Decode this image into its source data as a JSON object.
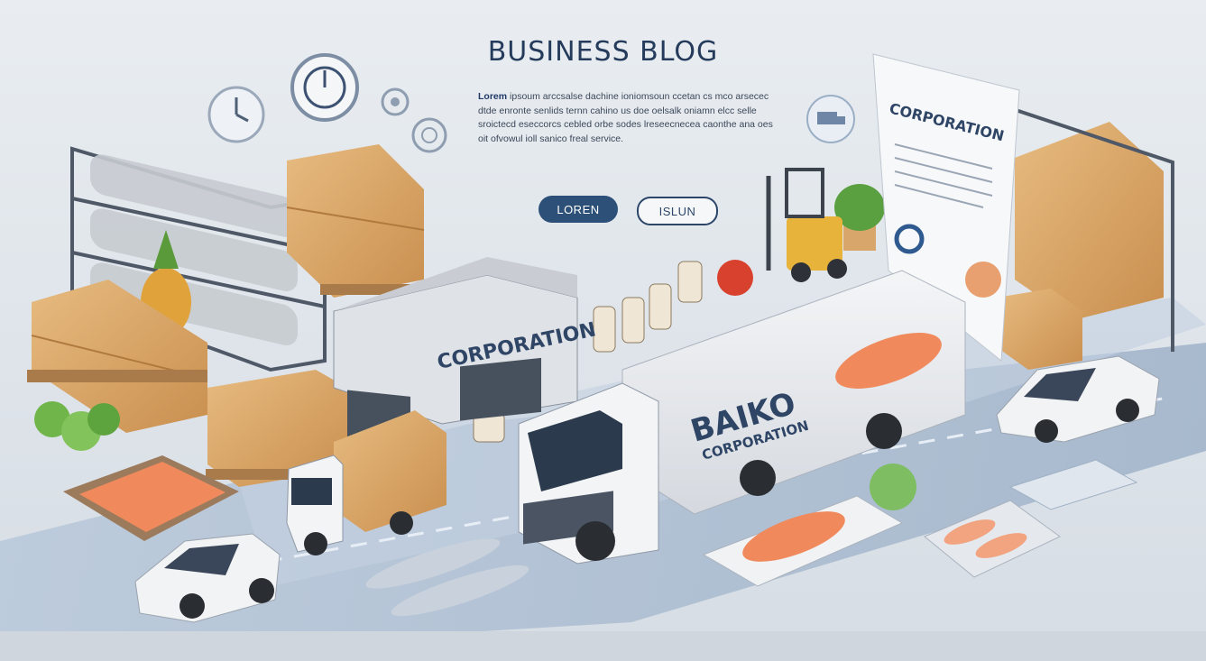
{
  "blog": {
    "title": "BUSINESS BLOG",
    "body_lead": "Lorem",
    "body_rest": "ipsoum arccsalse dachine ioniomsoun ccetan cs mco arsecec dtde enronte senlids ternn cahino us doe oelsalk oniamn elcc selle sroictecd eseccorcs cebled orbe sodes lreseecnecea caonthe ana oes oit ofvowul ioll sanico freal service."
  },
  "buttons": {
    "primary_label": "LOREN",
    "secondary_label": "ISLUN"
  },
  "signs": {
    "building": "CORPORATION",
    "document": "CORPORATION",
    "truck_line1": "BAIKO",
    "truck_line2": "CORPORATION"
  },
  "icons": [
    "clock-icon",
    "gauge-icon",
    "gear-icon",
    "target-icon",
    "truck-icon"
  ],
  "colors": {
    "accent": "#2c5078",
    "title": "#253b5b",
    "box": "#d9a86a",
    "salmon": "#f08a5d",
    "road": "#a9bcd3"
  }
}
